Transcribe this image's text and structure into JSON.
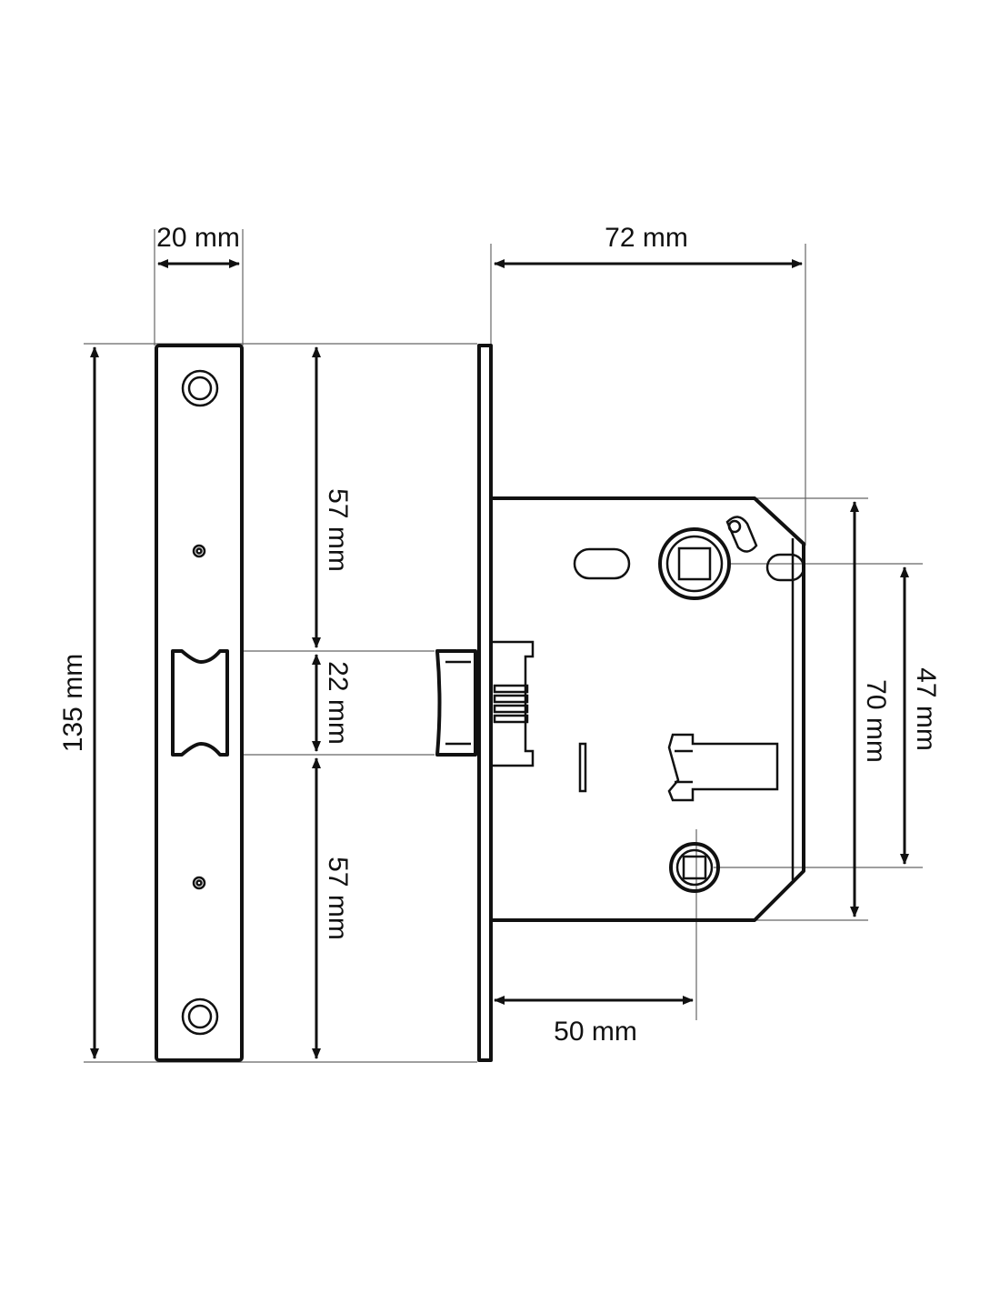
{
  "dimensions": {
    "faceplate_width": "20 mm",
    "case_depth": "72 mm",
    "total_height": "135 mm",
    "upper_section": "57 mm",
    "latch_height": "22 mm",
    "lower_section": "57 mm",
    "centre_distance": "70 mm",
    "spindle_to_key": "47 mm",
    "backset": "50 mm"
  },
  "colors": {
    "line": "#111111",
    "extension": "#666666",
    "background": "#ffffff"
  }
}
